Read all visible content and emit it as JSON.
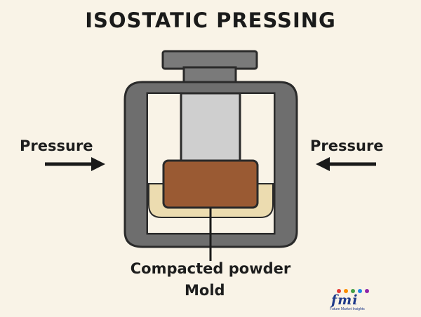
{
  "title": "ISOSTATIC PRESSING",
  "labels": {
    "pressure_left": "Pressure",
    "pressure_right": "Pressure",
    "compacted_powder": "Compacted powder",
    "mold": "Mold"
  },
  "logo": {
    "text": "fmi",
    "subtitle": "Future Market Insights",
    "dot_colors": [
      "#e53935",
      "#fb8c00",
      "#43a047",
      "#1e88e5",
      "#8e24aa"
    ]
  },
  "colors": {
    "background": "#f9f3e7",
    "frame": "#6e6e6e",
    "frame_stroke": "#2a2a2a",
    "piston": "#cfcfcf",
    "powder": "#9a5a33",
    "mold_fill": "#ecdcb0",
    "arrow": "#1a1a1a"
  }
}
